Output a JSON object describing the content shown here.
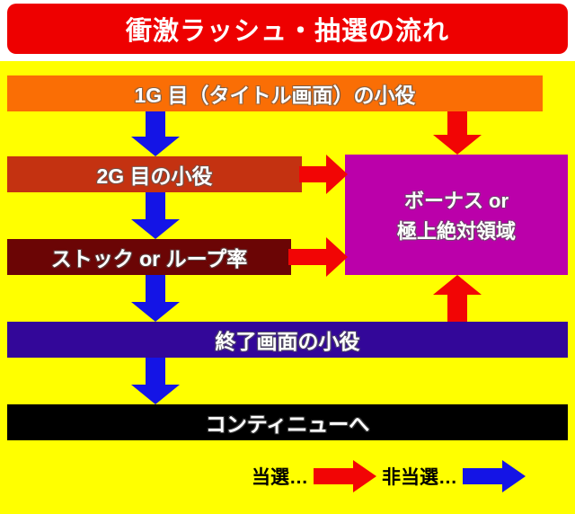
{
  "header": {
    "title": "衝激ラッシュ・抽選の流れ",
    "background_color": "#ee0000",
    "text_color": "#ffffff"
  },
  "canvas": {
    "background_color": "#ffff00"
  },
  "flow": {
    "nodes": [
      {
        "id": "first-game",
        "label": "1G 目（タイトル画面）の小役",
        "color": "#fa6e05"
      },
      {
        "id": "second-game",
        "label": "2G 目の小役",
        "color": "#c43211"
      },
      {
        "id": "stock-or-loop",
        "label": "ストック or ループ率",
        "color": "#6b0505"
      },
      {
        "id": "end-screen",
        "label": "終了画面の小役",
        "color": "#330799"
      },
      {
        "id": "continue",
        "label": "コンティニューへ",
        "color": "#000000"
      }
    ],
    "result": {
      "id": "bonus-result",
      "line1": "ボーナス or",
      "line2": "極上絶対領域",
      "color": "#bb00aa"
    }
  },
  "legend": {
    "win_label": "当選…",
    "win_color": "#f20505",
    "lose_label": "非当選…",
    "lose_color": "#1414e6"
  }
}
